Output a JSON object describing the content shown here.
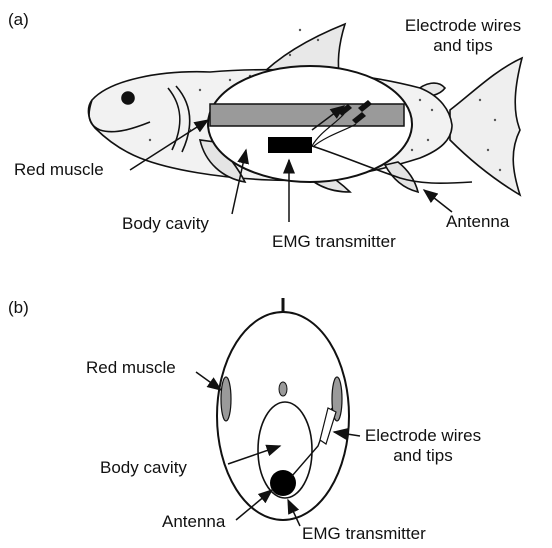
{
  "panel_a": {
    "tag": "(a)",
    "labels": {
      "electrode_line1": "Electrode wires",
      "electrode_line2": "and tips",
      "red_muscle": "Red muscle",
      "body_cavity": "Body cavity",
      "antenna": "Antenna",
      "emg_transmitter": "EMG transmitter"
    }
  },
  "panel_b": {
    "tag": "(b)",
    "labels": {
      "red_muscle": "Red muscle",
      "electrode_line1": "Electrode wires",
      "electrode_line2": "and tips",
      "body_cavity": "Body cavity",
      "antenna": "Antenna",
      "emg_transmitter": "EMG transmitter"
    }
  },
  "colors": {
    "line": "#111111",
    "muscle_fill": "#9a9a9a",
    "transmitter_fill": "#000000"
  }
}
